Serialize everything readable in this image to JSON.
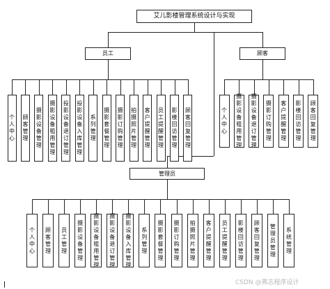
{
  "diagram": {
    "root": "艾儿影楼管理系统设计与实现",
    "staff": {
      "label": "员工",
      "modules": [
        "个人中心",
        "顾客管理",
        "摄影设备管理",
        "摄影设备租用管理",
        "投影设备退订管理",
        "投影设备入库管理",
        "系列管理",
        "摄影套餐管理",
        "摄影订购管理",
        "拍摄照片管理",
        "客户提醒管理",
        "员工提醒管理",
        "影楼回访管理",
        "顾客回复管理"
      ]
    },
    "customer": {
      "label": "顾客",
      "modules": [
        "个人中心",
        "摄影设备租用管理",
        "摄影设备退订管理",
        "摄影订购管理",
        "客户提醒管理",
        "影楼回访管理",
        "顾客回复管理"
      ]
    },
    "admin": {
      "label": "管理员",
      "modules": [
        "个人中心",
        "顾客管理",
        "员工管理",
        "摄影设备管理",
        "摄影设备租用管理",
        "摄影设备退订管理",
        "摄影设备入库管理",
        "系列管理",
        "摄影套餐管理",
        "摄影订购管理",
        "拍摄照片管理",
        "客户提醒管理",
        "员工提醒管理",
        "影楼回访管理",
        "顾客回复管理",
        "管理员管理",
        "系统管理"
      ]
    }
  },
  "watermark": "CSDN @弗志程序设计"
}
